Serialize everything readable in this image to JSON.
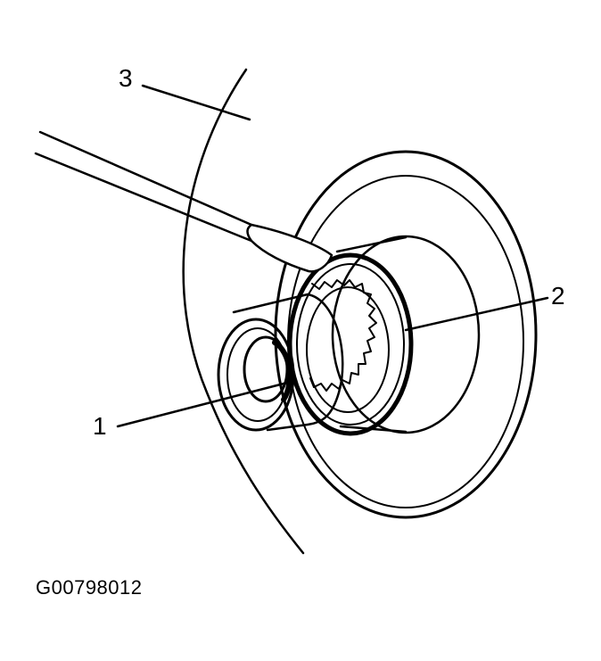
{
  "callouts": {
    "c1": "1",
    "c2": "2",
    "c3": "3"
  },
  "figure_code": "G00798012",
  "colors": {
    "ink": "#000000",
    "paper": "#ffffff"
  }
}
